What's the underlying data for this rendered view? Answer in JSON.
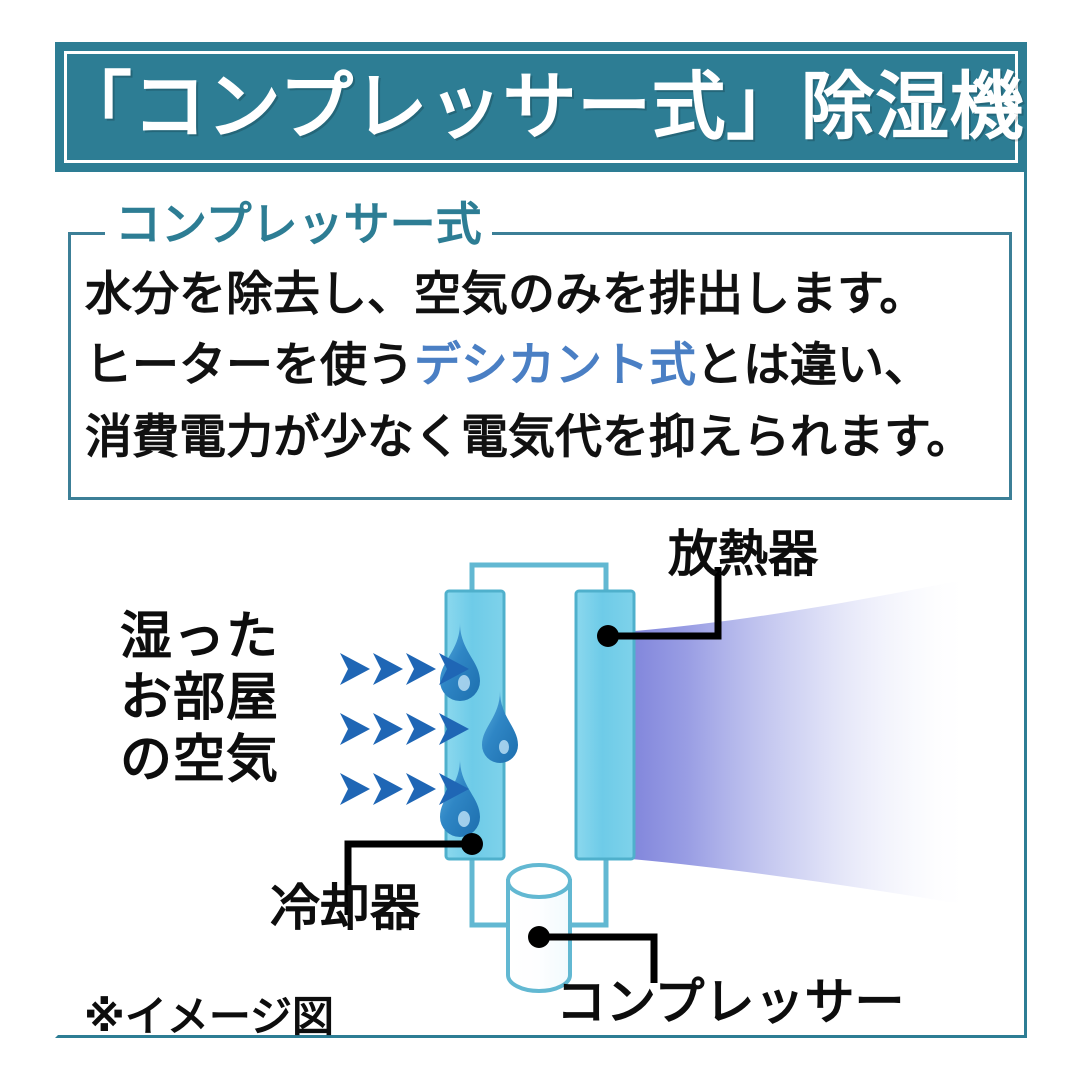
{
  "header": {
    "title": "「コンプレッサー式」除湿機",
    "background_color": "#2d7d94",
    "text_color": "#ffffff"
  },
  "description": {
    "legend": "コンプレッサー式",
    "legend_color": "#2d7d94",
    "border_color": "#3c7f97",
    "lines": [
      {
        "segments": [
          {
            "text": "水分を除去し、空気のみを排出します。",
            "emphasis": false
          }
        ]
      },
      {
        "segments": [
          {
            "text": "ヒーターを使う",
            "emphasis": false
          },
          {
            "text": "デシカント式",
            "emphasis": true
          },
          {
            "text": "とは違い、",
            "emphasis": false
          }
        ]
      },
      {
        "segments": [
          {
            "text": "消費電力が少なく電気代を抑えられます。",
            "emphasis": false
          }
        ]
      }
    ],
    "emphasis_color": "#4a7fc4",
    "text_color": "#111111"
  },
  "diagram": {
    "labels": {
      "moist_air": "湿った\nお部屋\nの空気",
      "moist_air_lines": [
        "湿った",
        "お部屋",
        "の空気"
      ],
      "radiator": "放熱器",
      "cooler": "冷却器",
      "compressor": "コンプレッサー"
    },
    "airflow": {
      "rows": 3,
      "arrows_per_row": 4,
      "arrow_color": "#1f66b5",
      "icon": "chevron-right-icon"
    },
    "droplets": {
      "count": 3,
      "color": "#2f86c5",
      "icon": "water-droplet-icon"
    },
    "panels": {
      "cooler_fill": "#6dcbe8",
      "radiator_fill": "#6dcbe8",
      "stroke": "#4fb0cc"
    },
    "piping": {
      "stroke": "#62b8d2"
    },
    "compressor_body": {
      "fill": "#ffffff",
      "stroke": "#62b8d2",
      "shape": "cylinder"
    },
    "exhaust_plume": {
      "start_color": "#6f74d6",
      "end_color": "#ffffff",
      "description": "warm dry air plume"
    },
    "leader_line_color": "#000000"
  },
  "footnote": {
    "text": "※イメージ図"
  }
}
